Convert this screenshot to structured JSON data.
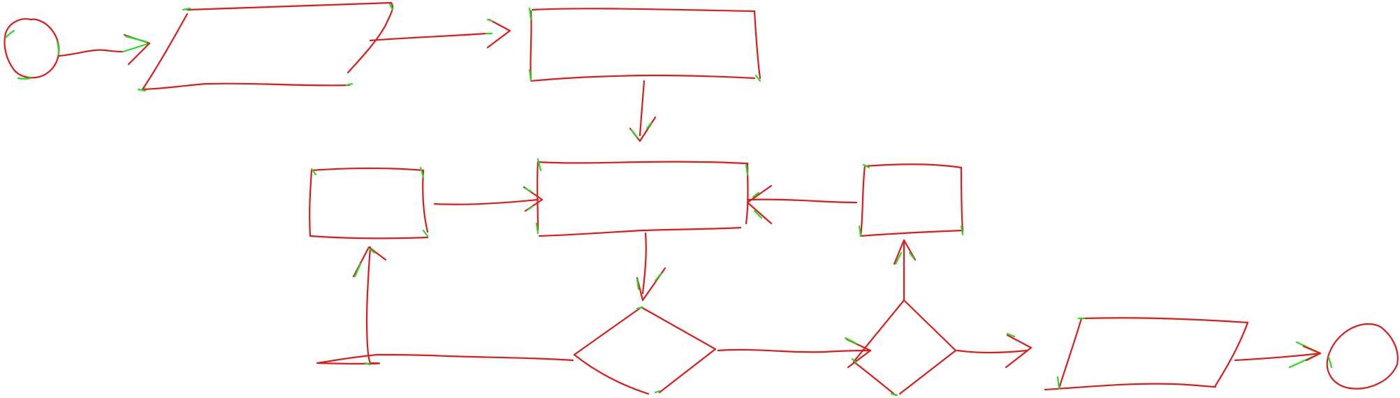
{
  "colors": {
    "stroke": "#e01a1a",
    "accent": "#22dd22",
    "background": "#ffffff"
  },
  "diagram": {
    "kind": "flowchart-sketch",
    "nodes": [
      {
        "id": "start",
        "shape": "circle",
        "label": ""
      },
      {
        "id": "input",
        "shape": "parallelogram",
        "label": ""
      },
      {
        "id": "process-top",
        "shape": "rectangle",
        "label": ""
      },
      {
        "id": "process-center",
        "shape": "rectangle",
        "label": ""
      },
      {
        "id": "process-left",
        "shape": "rectangle",
        "label": ""
      },
      {
        "id": "process-right",
        "shape": "rectangle",
        "label": ""
      },
      {
        "id": "decision-1",
        "shape": "diamond",
        "label": ""
      },
      {
        "id": "decision-2",
        "shape": "diamond",
        "label": ""
      },
      {
        "id": "output",
        "shape": "parallelogram",
        "label": ""
      },
      {
        "id": "end",
        "shape": "circle",
        "label": ""
      }
    ],
    "edges": [
      {
        "from": "start",
        "to": "input"
      },
      {
        "from": "input",
        "to": "process-top"
      },
      {
        "from": "process-top",
        "to": "process-center"
      },
      {
        "from": "process-left",
        "to": "process-center"
      },
      {
        "from": "process-right",
        "to": "process-center"
      },
      {
        "from": "process-center",
        "to": "decision-1"
      },
      {
        "from": "decision-1",
        "to": "process-left"
      },
      {
        "from": "decision-1",
        "to": "decision-2"
      },
      {
        "from": "decision-2",
        "to": "process-right"
      },
      {
        "from": "decision-2",
        "to": "output"
      },
      {
        "from": "output",
        "to": "end"
      }
    ]
  }
}
